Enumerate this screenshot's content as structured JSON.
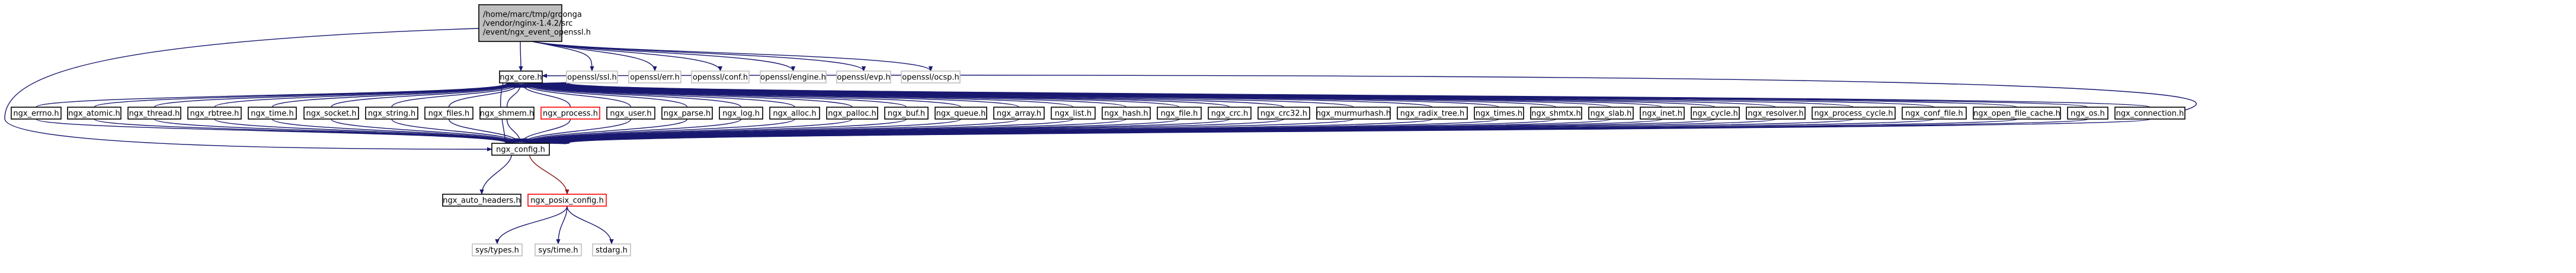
{
  "graph": {
    "root": {
      "id": "root",
      "lines": [
        "/home/marc/tmp/groonga",
        "/vendor/nginx-1.4.2/src",
        "/event/ngx_event_openssl.h"
      ]
    },
    "nodes": [
      {
        "id": "core",
        "label": "ngx_core.h"
      },
      {
        "id": "openssl_ssl",
        "label": "openssl/ssl.h"
      },
      {
        "id": "openssl_err",
        "label": "openssl/err.h"
      },
      {
        "id": "openssl_conf",
        "label": "openssl/conf.h"
      },
      {
        "id": "openssl_engine",
        "label": "openssl/engine.h"
      },
      {
        "id": "openssl_evp",
        "label": "openssl/evp.h"
      },
      {
        "id": "openssl_ocsp",
        "label": "openssl/ocsp.h"
      },
      {
        "id": "errno",
        "label": "ngx_errno.h"
      },
      {
        "id": "atomic",
        "label": "ngx_atomic.h"
      },
      {
        "id": "thread",
        "label": "ngx_thread.h"
      },
      {
        "id": "rbtree",
        "label": "ngx_rbtree.h"
      },
      {
        "id": "time",
        "label": "ngx_time.h"
      },
      {
        "id": "socket",
        "label": "ngx_socket.h"
      },
      {
        "id": "string",
        "label": "ngx_string.h"
      },
      {
        "id": "files",
        "label": "ngx_files.h"
      },
      {
        "id": "shmem",
        "label": "ngx_shmem.h"
      },
      {
        "id": "process",
        "label": "ngx_process.h"
      },
      {
        "id": "user",
        "label": "ngx_user.h"
      },
      {
        "id": "parse",
        "label": "ngx_parse.h"
      },
      {
        "id": "log",
        "label": "ngx_log.h"
      },
      {
        "id": "alloc",
        "label": "ngx_alloc.h"
      },
      {
        "id": "palloc",
        "label": "ngx_palloc.h"
      },
      {
        "id": "buf",
        "label": "ngx_buf.h"
      },
      {
        "id": "queue",
        "label": "ngx_queue.h"
      },
      {
        "id": "array",
        "label": "ngx_array.h"
      },
      {
        "id": "list",
        "label": "ngx_list.h"
      },
      {
        "id": "hash",
        "label": "ngx_hash.h"
      },
      {
        "id": "file",
        "label": "ngx_file.h"
      },
      {
        "id": "crc",
        "label": "ngx_crc.h"
      },
      {
        "id": "crc32",
        "label": "ngx_crc32.h"
      },
      {
        "id": "murmurhash",
        "label": "ngx_murmurhash.h"
      },
      {
        "id": "radix_tree",
        "label": "ngx_radix_tree.h"
      },
      {
        "id": "times",
        "label": "ngx_times.h"
      },
      {
        "id": "shmtx",
        "label": "ngx_shmtx.h"
      },
      {
        "id": "slab",
        "label": "ngx_slab.h"
      },
      {
        "id": "inet",
        "label": "ngx_inet.h"
      },
      {
        "id": "cycle",
        "label": "ngx_cycle.h"
      },
      {
        "id": "resolver",
        "label": "ngx_resolver.h"
      },
      {
        "id": "process_cycle",
        "label": "ngx_process_cycle.h"
      },
      {
        "id": "conf_file",
        "label": "ngx_conf_file.h"
      },
      {
        "id": "open_file_cache",
        "label": "ngx_open_file_cache.h"
      },
      {
        "id": "os",
        "label": "ngx_os.h"
      },
      {
        "id": "connection",
        "label": "ngx_connection.h"
      },
      {
        "id": "config",
        "label": "ngx_config.h"
      },
      {
        "id": "auto_headers",
        "label": "ngx_auto_headers.h"
      },
      {
        "id": "posix_config",
        "label": "ngx_posix_config.h"
      },
      {
        "id": "sys_types",
        "label": "sys/types.h"
      },
      {
        "id": "sys_time",
        "label": "sys/time.h"
      },
      {
        "id": "stdarg",
        "label": "stdarg.h"
      }
    ],
    "colors": {
      "edge": "#191970",
      "edge_posix": "#8b1a1a",
      "box_border": "#000000",
      "box_red_border": "#ff0000",
      "box_gray_border": "#bfbfbf",
      "root_fill": "#bfbfbf",
      "box_fill": "#ffffff"
    }
  }
}
